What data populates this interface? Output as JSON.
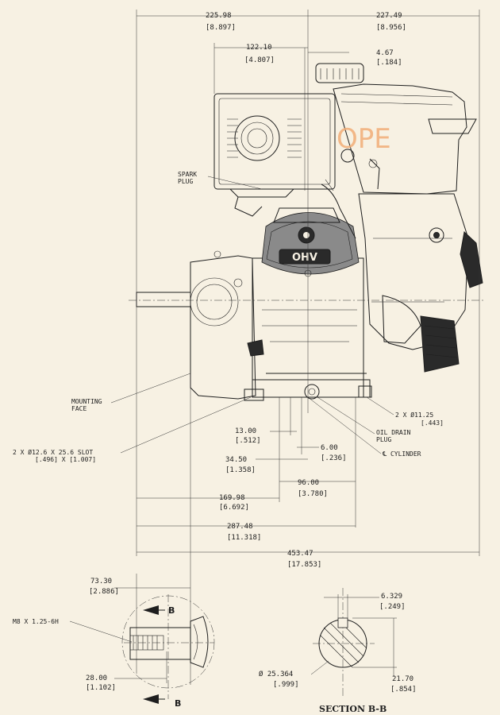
{
  "watermark": "OPE",
  "engine_badge": "OHV",
  "dimensions": {
    "top_left_mm": "225.98",
    "top_left_in": "[8.897]",
    "top_right_mm": "227.49",
    "top_right_in": "[8.956]",
    "shroud_mm": "122.10",
    "shroud_in": "[4.807]",
    "offset_mm": "4.67",
    "offset_in": "[.184]",
    "d13_mm": "13.00",
    "d13_in": "[.512]",
    "d6_mm": "6.00",
    "d6_in": "[.236]",
    "d34_mm": "34.50",
    "d34_in": "[1.358]",
    "d96_mm": "96.00",
    "d96_in": "[3.780]",
    "d169_mm": "169.98",
    "d169_in": "[6.692]",
    "d287_mm": "287.48",
    "d287_in": "[11.318]",
    "overall_mm": "453.47",
    "overall_in": "[17.853]",
    "shaft_len_mm": "73.30",
    "shaft_len_in": "[2.886]",
    "thread_depth_mm": "28.00",
    "thread_depth_in": "[1.102]",
    "key_width_mm": "6.329",
    "key_width_in": "[.249]",
    "shaft_dia_mm": "Ø  25.364",
    "shaft_dia_in": "[.999]",
    "key_depth_mm": "21.70",
    "key_depth_in": "[.854]"
  },
  "callouts": {
    "spark_plug_1": "SPARK",
    "spark_plug_2": "PLUG",
    "mounting_face_1": "MOUNTING",
    "mounting_face_2": "FACE",
    "slot_1": "2 X Ø12.6 X 25.6 SLOT",
    "slot_2": "[.496] X [1.007]",
    "holes_1": "2 X Ø11.25",
    "holes_2": "[.443]",
    "oil_drain_1": "OIL DRAIN",
    "oil_drain_2": "PLUG",
    "cylinder": "℄ CYLINDER",
    "thread": "M8 X 1.25-6H"
  },
  "section": {
    "marker_top": "B",
    "marker_bottom": "B",
    "title": "SECTION  B-B"
  }
}
